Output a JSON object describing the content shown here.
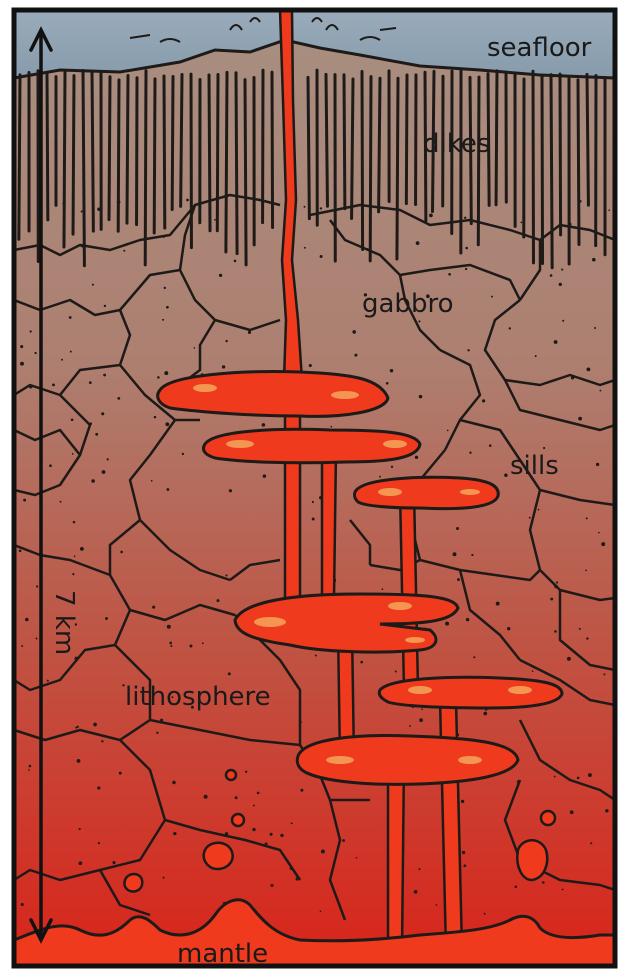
{
  "labels": {
    "seafloor": "seafloor",
    "dikes": "dikes",
    "gabbro": "gabbro",
    "sills": "sills",
    "thickness": "7 km",
    "lithosphere": "lithosphere",
    "mantle": "mantle"
  },
  "colors": {
    "ocean": "#8fa3b4",
    "crust_top": "#a7897a",
    "crust_mid": "#b76a5c",
    "crust_bottom": "#d22b1f",
    "magma": "#ef3a1e",
    "magma_highlight": "#f5a35a",
    "outline": "#1a1a1a"
  }
}
